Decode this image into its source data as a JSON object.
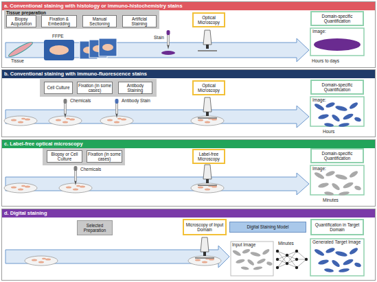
{
  "diagram": {
    "nodes": [
      {
        "text": [
          "a. Conventional staining with histology or immuno-histochemistry stains"
        ]
      },
      {
        "text": [
          "Tissue preparation"
        ],
        "in": 0
      },
      {
        "text": [
          "Biopsy Acquisition"
        ],
        "in": 1
      },
      {
        "text": [
          "Fixation & Embedding"
        ],
        "in": 1
      },
      {
        "text": [
          "Manual Sectioning"
        ],
        "in": 1
      },
      {
        "text": [
          "Artificial Staining"
        ],
        "in": 1
      },
      {
        "text": [
          "Optical Microscopy"
        ],
        "in": 0
      },
      {
        "text": [
          "Domain-specific Quantification"
        ],
        "in": 0
      },
      {
        "text": [
          "b. Conventional staining with immuno-fluorescence stains"
        ]
      },
      {
        "text": [
          "Cell Culture"
        ],
        "in": 8
      },
      {
        "text": [
          "Fixation (in some cases)"
        ],
        "in": 8
      },
      {
        "text": [
          "Antibody Staining"
        ],
        "in": 8
      },
      {
        "text": [
          "Optical Microscopy"
        ],
        "in": 8
      },
      {
        "text": [
          "Domain-specific Quantification"
        ],
        "in": 8
      },
      {
        "text": [
          "c. Label-free optical microscopy"
        ]
      },
      {
        "text": [
          "Biopsy or Cell Culture"
        ],
        "in": 14
      },
      {
        "text": [
          "Fixation (in some cases)"
        ],
        "in": 14
      },
      {
        "text": [
          "Label-free Microscopy"
        ],
        "in": 14
      },
      {
        "text": [
          "Domain-specific Quantification"
        ],
        "in": 14
      },
      {
        "text": [
          "d. Digital staining"
        ]
      },
      {
        "text": [
          "Selected Preparation"
        ],
        "in": 19
      },
      {
        "text": [
          "Microscopy of Input Domain"
        ],
        "in": 19
      },
      {
        "text": [
          "Digital Staining Model"
        ],
        "in": 19
      },
      {
        "text": [
          "Quantification in Target Domain"
        ],
        "in": 19
      }
    ],
    "labels": [
      "Tissue",
      "FFPE",
      "Stain",
      "Image:",
      "Hours to days",
      "Chemicals",
      "Antibody Stain",
      "Image:",
      "Hours",
      "Chemicals",
      "Image:",
      "Minutes",
      "Input Image",
      "Minutes",
      "Generated Target Image"
    ]
  }
}
